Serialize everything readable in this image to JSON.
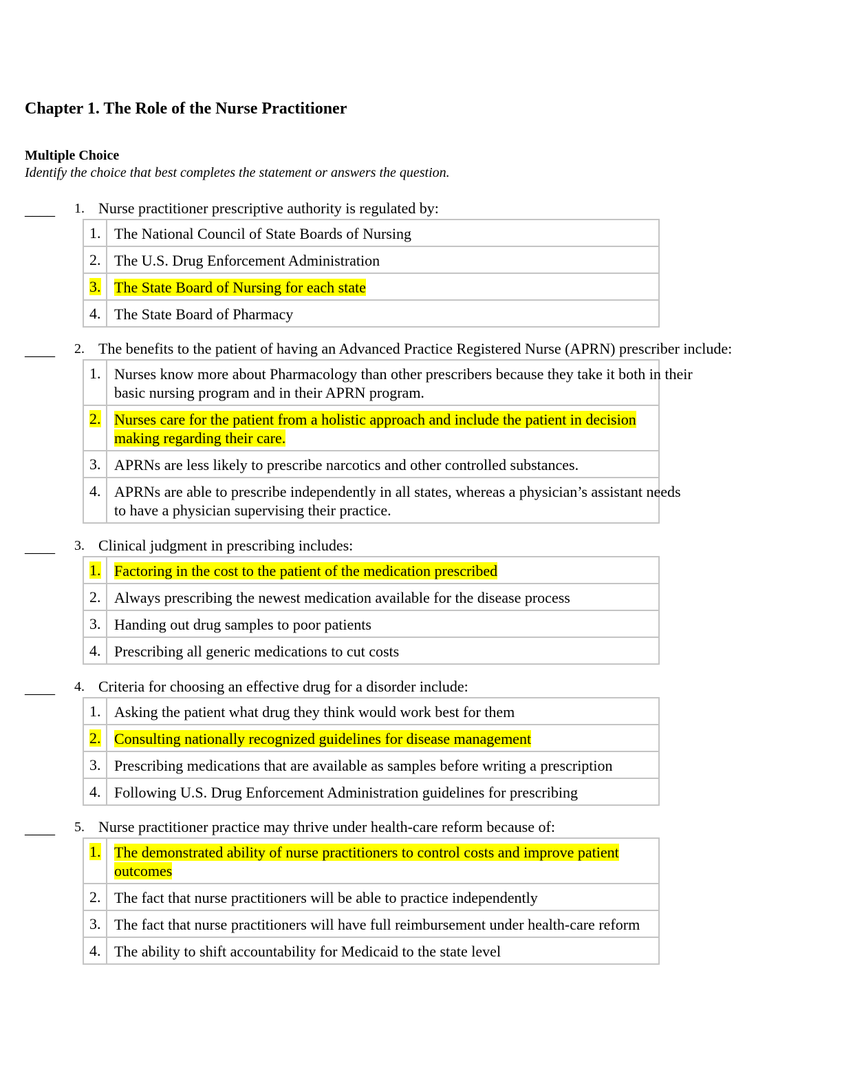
{
  "title": "Chapter 1. The Role of the Nurse Practitioner",
  "section": {
    "heading": "Multiple Choice",
    "instructions": "Identify the choice that best completes the statement or answers the question."
  },
  "blank": "____",
  "questions": [
    {
      "number": "1.",
      "text": "Nurse practitioner prescriptive authority is regulated by:",
      "choices": [
        {
          "number": "1.",
          "text": "The National Council of State Boards of Nursing",
          "highlighted": false
        },
        {
          "number": "2.",
          "text": "The U.S. Drug Enforcement Administration",
          "highlighted": false
        },
        {
          "number": "3.",
          "text": "The State Board of Nursing for each state",
          "highlighted": true
        },
        {
          "number": "4.",
          "text": "The State Board of Pharmacy",
          "highlighted": false
        }
      ]
    },
    {
      "number": "2.",
      "text": "The benefits to the patient of having an Advanced Practice Registered Nurse (APRN) prescriber include:",
      "choices": [
        {
          "number": "1.",
          "text": "Nurses know more about Pharmacology than other prescribers because they take it both in their basic nursing program and in their APRN program.",
          "highlighted": false
        },
        {
          "number": "2.",
          "text": "Nurses care for the patient from a holistic approach and include the patient in decision making regarding their care.",
          "highlighted": true
        },
        {
          "number": "3.",
          "text": "APRNs are less likely to prescribe narcotics and other controlled substances.",
          "highlighted": false
        },
        {
          "number": "4.",
          "text": "APRNs are able to prescribe independently in all states, whereas a physician’s assistant needs to have a physician supervising their practice.",
          "highlighted": false
        }
      ]
    },
    {
      "number": "3.",
      "text": "Clinical judgment in prescribing includes:",
      "choices": [
        {
          "number": "1.",
          "text": "Factoring in the cost to the patient of the medication prescribed",
          "highlighted": true
        },
        {
          "number": "2.",
          "text": "Always prescribing the newest medication available for the disease process",
          "highlighted": false
        },
        {
          "number": "3.",
          "text": "Handing out drug samples to poor patients",
          "highlighted": false
        },
        {
          "number": "4.",
          "text": "Prescribing all generic medications to cut costs",
          "highlighted": false
        }
      ]
    },
    {
      "number": "4.",
      "text": "Criteria for choosing an effective drug for a disorder include:",
      "choices": [
        {
          "number": "1.",
          "text": "Asking the patient what drug they think would work best for them",
          "highlighted": false
        },
        {
          "number": "2.",
          "text": "Consulting nationally recognized guidelines for disease management",
          "highlighted": true
        },
        {
          "number": "3.",
          "text": "Prescribing medications that are available as samples before writing a prescription",
          "highlighted": false
        },
        {
          "number": "4.",
          "text": "Following U.S. Drug Enforcement Administration guidelines for prescribing",
          "highlighted": false
        }
      ]
    },
    {
      "number": "5.",
      "text": "Nurse practitioner practice may thrive under health-care reform because of:",
      "choices": [
        {
          "number": "1.",
          "text": "The demonstrated ability of nurse practitioners to control costs and improve patient outcomes",
          "highlighted": true
        },
        {
          "number": "2.",
          "text": "The fact that nurse practitioners will be able to practice independently",
          "highlighted": false
        },
        {
          "number": "3.",
          "text": "The fact that nurse practitioners will have full reimbursement under health-care reform",
          "highlighted": false
        },
        {
          "number": "4.",
          "text": "The ability to shift accountability for Medicaid to the state level",
          "highlighted": false
        }
      ]
    }
  ]
}
